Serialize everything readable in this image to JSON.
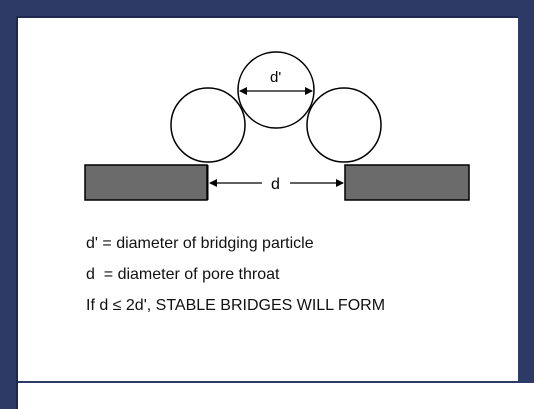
{
  "diagram": {
    "particle_label": "d'",
    "gap_label": "d"
  },
  "legend": {
    "line1": "d' = diameter of bridging particle",
    "line2": "d  = diameter of pore throat",
    "line3": "If d ≤ 2d', STABLE BRIDGES WILL FORM"
  },
  "colors": {
    "frame": "#2e3a66",
    "block_fill": "#6b6b6b",
    "stroke": "#000000"
  }
}
